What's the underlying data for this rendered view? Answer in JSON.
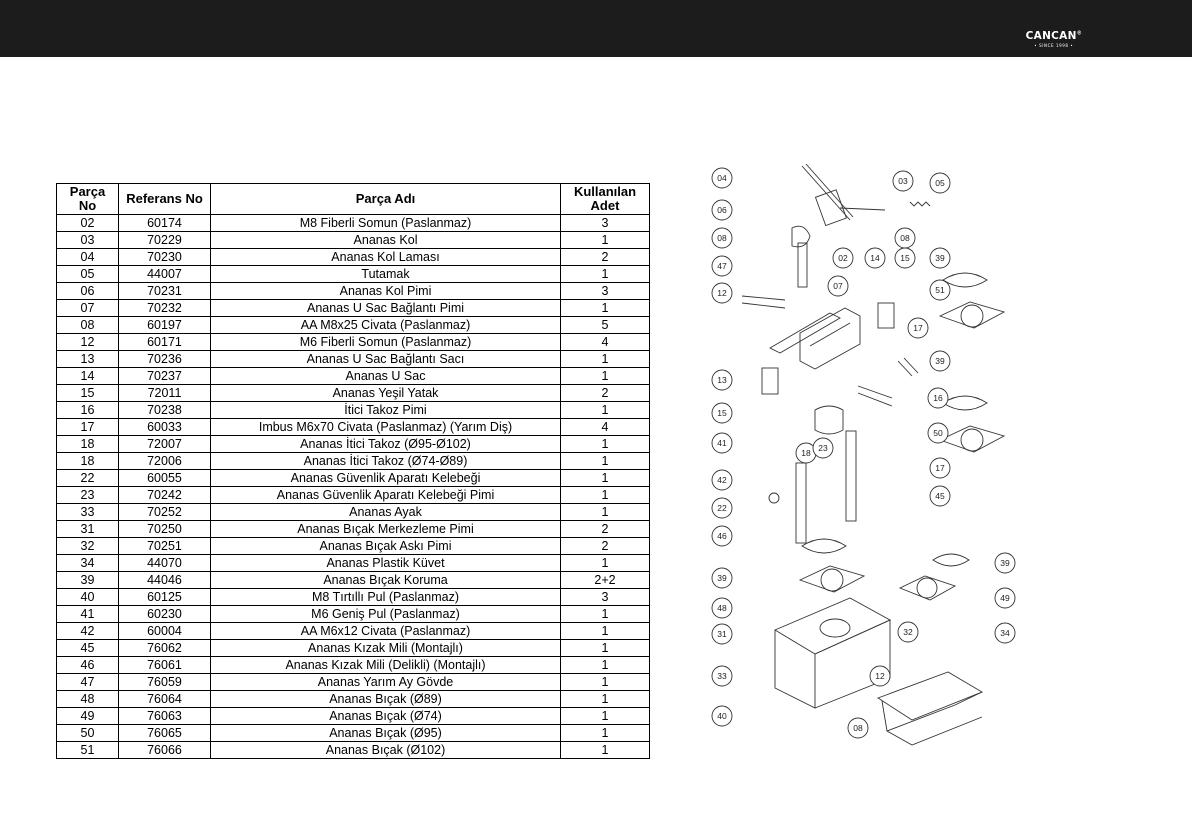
{
  "header": {
    "brand": "CANCAN",
    "brand_reg": "®",
    "brand_tagline": "• SINCE 1998 •"
  },
  "parts_table": {
    "columns": [
      "Parça No",
      "Referans No",
      "Parça Adı",
      "Kullanılan Adet"
    ],
    "rows": [
      [
        "02",
        "60174",
        "M8 Fiberli Somun (Paslanmaz)",
        "3"
      ],
      [
        "03",
        "70229",
        "Ananas Kol",
        "1"
      ],
      [
        "04",
        "70230",
        "Ananas Kol Laması",
        "2"
      ],
      [
        "05",
        "44007",
        "Tutamak",
        "1"
      ],
      [
        "06",
        "70231",
        "Ananas Kol Pimi",
        "3"
      ],
      [
        "07",
        "70232",
        "Ananas U Sac Bağlantı Pimi",
        "1"
      ],
      [
        "08",
        "60197",
        "AA M8x25 Civata (Paslanmaz)",
        "5"
      ],
      [
        "12",
        "60171",
        "M6 Fiberli Somun (Paslanmaz)",
        "4"
      ],
      [
        "13",
        "70236",
        "Ananas U Sac Bağlantı Sacı",
        "1"
      ],
      [
        "14",
        "70237",
        "Ananas U Sac",
        "1"
      ],
      [
        "15",
        "72011",
        "Ananas Yeşil Yatak",
        "2"
      ],
      [
        "16",
        "70238",
        "İtici Takoz Pimi",
        "1"
      ],
      [
        "17",
        "60033",
        "Imbus M6x70 Civata (Paslanmaz) (Yarım Diş)",
        "4"
      ],
      [
        "18",
        "72007",
        "Ananas İtici Takoz (Ø95-Ø102)",
        "1"
      ],
      [
        "18",
        "72006",
        "Ananas İtici Takoz (Ø74-Ø89)",
        "1"
      ],
      [
        "22",
        "60055",
        "Ananas Güvenlik Aparatı Kelebeği",
        "1"
      ],
      [
        "23",
        "70242",
        "Ananas Güvenlik Aparatı Kelebeği Pimi",
        "1"
      ],
      [
        "33",
        "70252",
        "Ananas Ayak",
        "1"
      ],
      [
        "31",
        "70250",
        "Ananas Bıçak Merkezleme Pimi",
        "2"
      ],
      [
        "32",
        "70251",
        "Ananas Bıçak Askı Pimi",
        "2"
      ],
      [
        "34",
        "44070",
        "Ananas Plastik Küvet",
        "1"
      ],
      [
        "39",
        "44046",
        "Ananas Bıçak Koruma",
        "2+2"
      ],
      [
        "40",
        "60125",
        "M8 Tırtıllı Pul (Paslanmaz)",
        "3"
      ],
      [
        "41",
        "60230",
        "M6 Geniş Pul (Paslanmaz)",
        "1"
      ],
      [
        "42",
        "60004",
        "AA M6x12 Civata (Paslanmaz)",
        "1"
      ],
      [
        "45",
        "76062",
        "Ananas Kızak Mili (Montajlı)",
        "1"
      ],
      [
        "46",
        "76061",
        "Ananas Kızak Mili (Delikli) (Montajlı)",
        "1"
      ],
      [
        "47",
        "76059",
        "Ananas Yarım Ay Gövde",
        "1"
      ],
      [
        "48",
        "76064",
        "Ananas Bıçak (Ø89)",
        "1"
      ],
      [
        "49",
        "76063",
        "Ananas Bıçak (Ø74)",
        "1"
      ],
      [
        "50",
        "76065",
        "Ananas Bıçak (Ø95)",
        "1"
      ],
      [
        "51",
        "76066",
        "Ananas Bıçak (Ø102)",
        "1"
      ]
    ]
  },
  "diagram": {
    "callouts": [
      "04",
      "03",
      "05",
      "06",
      "08",
      "02",
      "08",
      "14",
      "15",
      "39",
      "47",
      "07",
      "51",
      "12",
      "17",
      "39",
      "13",
      "15",
      "16",
      "41",
      "50",
      "18",
      "23",
      "42",
      "17",
      "22",
      "45",
      "46",
      "39",
      "39",
      "48",
      "49",
      "31",
      "32",
      "34",
      "33",
      "12",
      "40",
      "08"
    ]
  }
}
